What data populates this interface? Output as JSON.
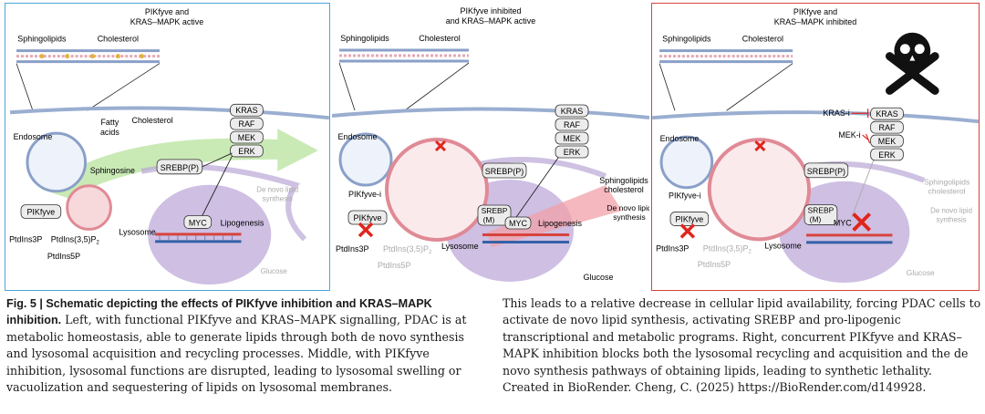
{
  "panels": [
    {
      "title_line1": "PIKfyve and",
      "title_line2": "KRAS–MAPK active",
      "labels": {
        "sphingolipids": "Sphingolipids",
        "cholesterol_top": "Cholesterol",
        "endosome": "Endosome",
        "fatty": "Fatty",
        "acids": "acids",
        "cholesterol_mid": "Cholesterol",
        "sphingosine": "Sphingosine",
        "srebp": "SREBP(P)",
        "kras": "KRAS",
        "raf": "RAF",
        "mek": "MEK",
        "erk": "ERK",
        "denovo1": "De novo lipid",
        "denovo2": "synthesis",
        "pikfyve": "PIKfyve",
        "lysosome": "Lysosome",
        "myc": "MYC",
        "lipogenesis": "Lipogenesis",
        "ptdins3p": "PtdIns3P",
        "ptdins35p2": "PtdIns(3,5)P",
        "sub2": "2",
        "ptdins5p": "PtdIns5P",
        "glucose": "Glucose"
      }
    },
    {
      "title_line1": "PIKfyve inhibited",
      "title_line2": "and KRAS–MAPK active",
      "labels": {
        "sphingolipids": "Sphingolipids",
        "cholesterol_top": "Cholesterol",
        "endosome": "Endosome",
        "kras": "KRAS",
        "raf": "RAF",
        "mek": "MEK",
        "erk": "ERK",
        "srebp": "SREBP(P)",
        "sphingo_chol1": "Sphingolipids",
        "sphingo_chol2": "cholesterol",
        "pikfyvei": "PIKfyve-i",
        "pikfyve": "PIKfyve",
        "srebp_m1": "SREBP",
        "srebp_m2": "(M)",
        "myc": "MYC",
        "lipogenesis": "Lipogenesis",
        "denovo1": "De novo lipid",
        "denovo2": "synthesis",
        "ptdins3p": "PtdIns3P",
        "ptdins35p2": "PtdIns(3,5)P",
        "sub2": "2",
        "ptdins5p": "PtdIns5P",
        "lysosome": "Lysosome",
        "glucose": "Glucose"
      }
    },
    {
      "title_line1": "PIKfyve and",
      "title_line2": "KRAS–MAPK inhibited",
      "labels": {
        "sphingolipids": "Sphingolipids",
        "cholesterol_top": "Cholesterol",
        "krasi": "KRAS-i",
        "meki": "MEK-i",
        "kras": "KRAS",
        "raf": "RAF",
        "mek": "MEK",
        "erk": "ERK",
        "endosome": "Endosome",
        "srebp": "SREBP(P)",
        "sphingo_chol1": "Sphingolipids",
        "sphingo_chol2": "cholesterol",
        "pikfyvei": "PIKfyve-i",
        "pikfyve": "PIKfyve",
        "srebp_m1": "SREBP",
        "srebp_m2": "(M)",
        "myc": "MYC",
        "denovo1": "De novo lipid",
        "denovo2": "synthesis",
        "ptdins3p": "PtdIns3P",
        "ptdins35p2": "PtdIns(3,5)P",
        "sub2": "2",
        "ptdins5p": "PtdIns5P",
        "lysosome": "Lysosome",
        "glucose": "Glucose"
      }
    }
  ],
  "caption": {
    "bold": "Fig. 5 | Schematic depicting the effects of PIKfyve inhibition and KRAS–MAPK inhibition.",
    "left_rest": " Left, with functional PIKfyve and KRAS–MAPK signalling, PDAC is at metabolic homeostasis, able to generate lipids through both de novo synthesis and lysosomal acquisition and recycling processes. Middle, with PIKfyve inhibition, lysosomal functions are disrupted, leading to lysosomal swelling or vacuolization and sequestering of lipids on lysosomal membranes.",
    "right": "This leads to a relative decrease in cellular lipid availability, forcing PDAC cells to activate de novo lipid synthesis, activating SREBP and pro-lipogenic transcriptional and metabolic programs. Right, concurrent PIKfyve and KRAS–MAPK inhibition blocks both the lysosomal recycling and acquisition and the de novo synthesis pathways of obtaining lipids, leading to synthetic lethality. Created in BioRender. Cheng, C. (2025) https://BioRender.com/d149928."
  },
  "colors": {
    "panel_left_border": "#4aa6d6",
    "panel_right_border": "#d7443e",
    "nucleus": "#c9b8e0",
    "lysosome": "#e8a0a8",
    "er": "#b9a7d6",
    "green_arrow": "#bfe6a8",
    "red_x": "#e0251c"
  }
}
